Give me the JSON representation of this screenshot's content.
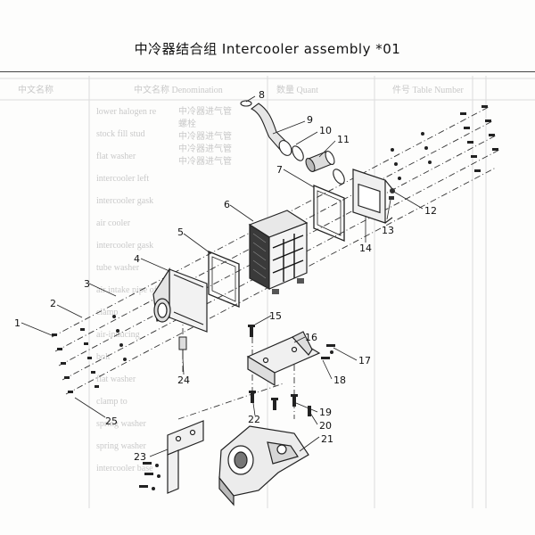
{
  "title": "中冷器结合组    Intercooler assembly *01",
  "background_table": {
    "header_left": "中文名称",
    "header_mid_a": "数量 Quant",
    "header_mid_b": "中文名称 Denomination",
    "header_right": "件号 Table Number",
    "col_left": [
      "lower halogen re",
      "stock fill stud",
      "flat washer",
      "intercooler left",
      "intercooler gask",
      "air cooler",
      "intercooler gask",
      "tube washer",
      "air intake pipe of",
      "clamp",
      "air-inducing",
      "bolt",
      "flat washer",
      "clamp to",
      "spring washer",
      "spring washer",
      "intercooler base"
    ],
    "col_mid": [
      "中冷器进气管",
      "螺栓",
      "中冷器进气管",
      "中冷器进气管",
      "中冷器进气管"
    ]
  },
  "parts": [
    {
      "id": "p1",
      "num": "1"
    },
    {
      "id": "p2",
      "num": "2"
    },
    {
      "id": "p3",
      "num": "3"
    },
    {
      "id": "p4",
      "num": "4"
    },
    {
      "id": "p5",
      "num": "5"
    },
    {
      "id": "p6",
      "num": "6"
    },
    {
      "id": "p7",
      "num": "7"
    },
    {
      "id": "p8",
      "num": "8"
    },
    {
      "id": "p9",
      "num": "9"
    },
    {
      "id": "p10",
      "num": "10"
    },
    {
      "id": "p11",
      "num": "11"
    },
    {
      "id": "p12",
      "num": "12"
    },
    {
      "id": "p13",
      "num": "13"
    },
    {
      "id": "p14",
      "num": "14"
    },
    {
      "id": "p15",
      "num": "15"
    },
    {
      "id": "p16",
      "num": "16"
    },
    {
      "id": "p17",
      "num": "17"
    },
    {
      "id": "p18",
      "num": "18"
    },
    {
      "id": "p19",
      "num": "19"
    },
    {
      "id": "p20",
      "num": "20"
    },
    {
      "id": "p21",
      "num": "21"
    },
    {
      "id": "p22",
      "num": "22"
    },
    {
      "id": "p23",
      "num": "23"
    },
    {
      "id": "p24",
      "num": "24"
    },
    {
      "id": "p25",
      "num": "25"
    }
  ]
}
